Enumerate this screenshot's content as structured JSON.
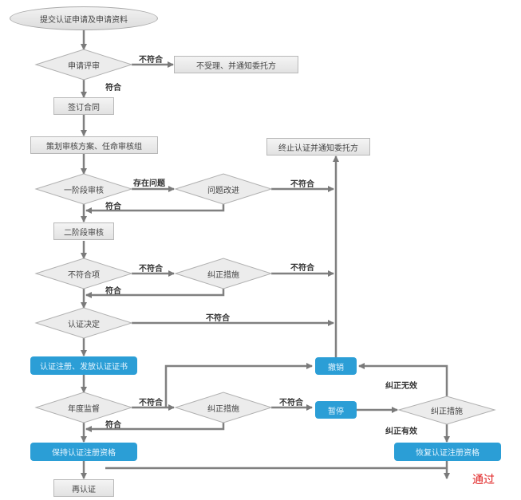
{
  "nodes": {
    "start": "提交认证申请及申请资料",
    "review": "申请评审",
    "reject": "不受理、并通知委托方",
    "contract": "签订合同",
    "plan": "策划审核方案、任命审核组",
    "terminate": "终止认证并通知委托方",
    "stage1": "一阶段审核",
    "improve": "问题改进",
    "stage2": "二阶段审核",
    "nc_item": "不符合项",
    "corrective1": "纠正措施",
    "decision": "认证决定",
    "register": "认证注册、发放认证证书",
    "revoke": "撤销",
    "annual": "年度监督",
    "corrective2": "纠正措施",
    "suspend": "暂停",
    "corrective3": "纠正措施",
    "keep": "保持认证注册资格",
    "restore": "恢复认证注册资格",
    "recert": "再认证"
  },
  "labels": {
    "review_fail": "不符合",
    "review_pass": "符合",
    "stage1_issue": "存在问题",
    "stage1_pass": "符合",
    "improve_fail": "不符合",
    "nc_fail": "不符合",
    "nc_pass": "符合",
    "corr1_fail": "不符合",
    "decision_fail": "不符合",
    "annual_fail": "不符合",
    "annual_pass": "符合",
    "corr2_fail": "不符合",
    "invalid": "纠正无效",
    "valid": "纠正有效",
    "pass_note": "通过"
  },
  "colors": {
    "accent_blue": "#2b9ed6",
    "line_gray": "#808080",
    "note_red": "#e02020"
  }
}
